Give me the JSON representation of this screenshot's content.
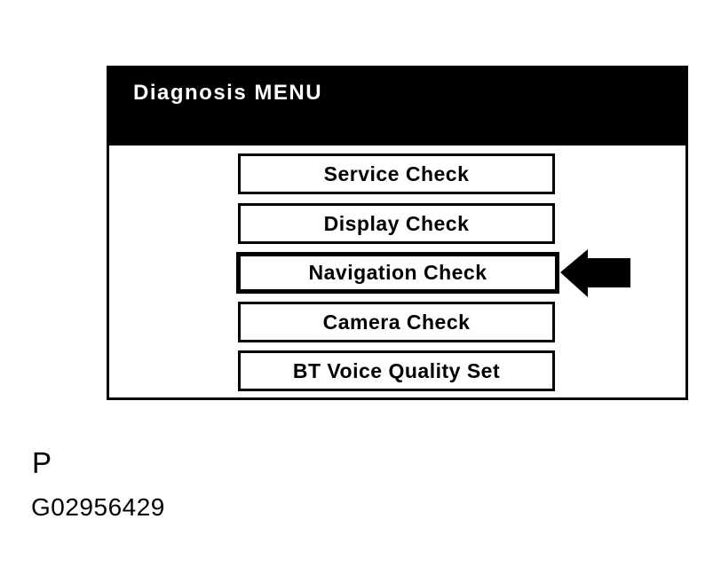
{
  "screen": {
    "header": {
      "title": "Diagnosis MENU"
    },
    "menu": {
      "buttons": [
        {
          "label": "Service Check",
          "selected": false
        },
        {
          "label": "Display Check",
          "selected": false
        },
        {
          "label": "Navigation Check",
          "selected": true
        },
        {
          "label": "Camera Check",
          "selected": false
        },
        {
          "label": "BT Voice Quality Set",
          "selected": false
        }
      ]
    },
    "pointer": {
      "icon": "arrow-left-icon",
      "points_to": "Navigation Check"
    }
  },
  "caption": {
    "page_marker": "P",
    "figure_id": "G02956429"
  },
  "colors": {
    "background": "#ffffff",
    "header_bg": "#000000",
    "header_text": "#ffffff",
    "button_border": "#000000",
    "button_text": "#000000",
    "arrow": "#000000"
  }
}
